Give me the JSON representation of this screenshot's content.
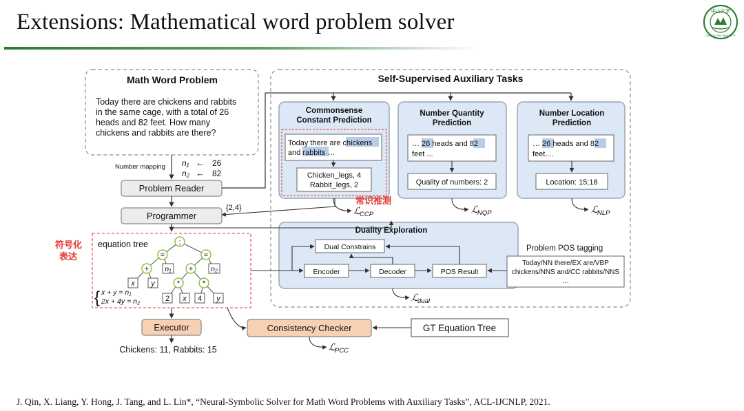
{
  "header": {
    "title": "Extensions: Mathematical word problem solver",
    "logo_text": "中山大学",
    "logo_ring_text": "SUN YAT-SEN UNIVERSITY"
  },
  "colors": {
    "accent_green": "#2e7d32",
    "box_blue": "#dce8f5",
    "box_blue_border": "#9aa5b1",
    "box_orange": "#f8d0b4",
    "node_green": "#8bc34a",
    "annotation_red": "#e53935",
    "highlight_blue": "#b8cce8"
  },
  "diagram": {
    "math_word_problem": {
      "title": "Math Word Problem",
      "lines": [
        "Today there are chickens and rabbits",
        "in the same cage, with a total of 26",
        "heads and 82 feet. How many",
        "chickens and rabbits are there?"
      ]
    },
    "number_mapping": {
      "label": "Number mapping",
      "n1": "n₁",
      "n1_value": "26",
      "n2": "n₂",
      "n2_value": "82",
      "arrow": "←"
    },
    "problem_reader": "Problem Reader",
    "programmer": "Programmer",
    "programmer_output": "{2,4}",
    "aux": {
      "title": "Self-Supervised Auxiliary Tasks",
      "ccp": {
        "title_lines": [
          "Commonsense",
          "Constant Prediction"
        ],
        "text_lines": [
          "Today there are chickens",
          "and rabbits …"
        ],
        "hl_1": "chickens",
        "hl_2": "rabbits",
        "result_lines": [
          "Chicken_legs, 4",
          "Rabbit_legs, 2"
        ],
        "annotation": "常识推测",
        "loss": "ℒ",
        "loss_sub": "CCP"
      },
      "nqp": {
        "title_lines": [
          "Number Quantity",
          "Prediction"
        ],
        "text_lines": [
          "… 26 heads and 82",
          "feet ..."
        ],
        "hl_1": "26",
        "hl_2": "82",
        "result": "Quality of numbers: 2",
        "loss": "ℒ",
        "loss_sub": "NQP"
      },
      "nlp": {
        "title_lines": [
          "Number Location",
          "Prediction"
        ],
        "text_lines": [
          "… 26 heads and 82",
          "feet...."
        ],
        "hl_1": "26",
        "hl_2": "82",
        "result": "Location: 15;18",
        "loss": "ℒ",
        "loss_sub": "NLP"
      }
    },
    "duality": {
      "title": "Duality Exploration",
      "dual_constrains": "Dual Constrains",
      "encoder": "Encoder",
      "decoder": "Decoder",
      "pos_result": "POS Result",
      "loss": "ℒ",
      "loss_sub": "dual"
    },
    "pos_tagging": {
      "label": "Problem POS tagging",
      "lines": [
        "Today/NN there/EX are/VBP",
        "chickens/NNS and/CC rabbits/NNS",
        "…"
      ]
    },
    "equation_tree": {
      "label": "equation tree",
      "annotation_lines": [
        "符号化",
        "表达"
      ],
      "root": ";",
      "eq_left": "=",
      "eq_right": "=",
      "plus_left": "+",
      "plus_right": "+",
      "n1": "n₁",
      "n2": "n₂",
      "x": "x",
      "y": "y",
      "star_left": "*",
      "star_right": "*",
      "two": "2",
      "x2": "x",
      "four": "4",
      "y2": "y",
      "system_line1": "x + y = n₁",
      "system_line2": "2x + 4y = n₂",
      "brace": "{"
    },
    "executor": "Executor",
    "answer": "Chickens: 11, Rabbits: 15",
    "consistency_checker": "Consistency Checker",
    "gt_tree": "GT Equation Tree",
    "pcc_loss": "ℒ",
    "pcc_loss_sub": "PCC"
  },
  "citation": "J. Qin, X. Liang, Y. Hong, J. Tang, and L. Lin*, “Neural-Symbolic Solver for Math Word Problems with Auxiliary Tasks”, ACL-IJCNLP, 2021."
}
